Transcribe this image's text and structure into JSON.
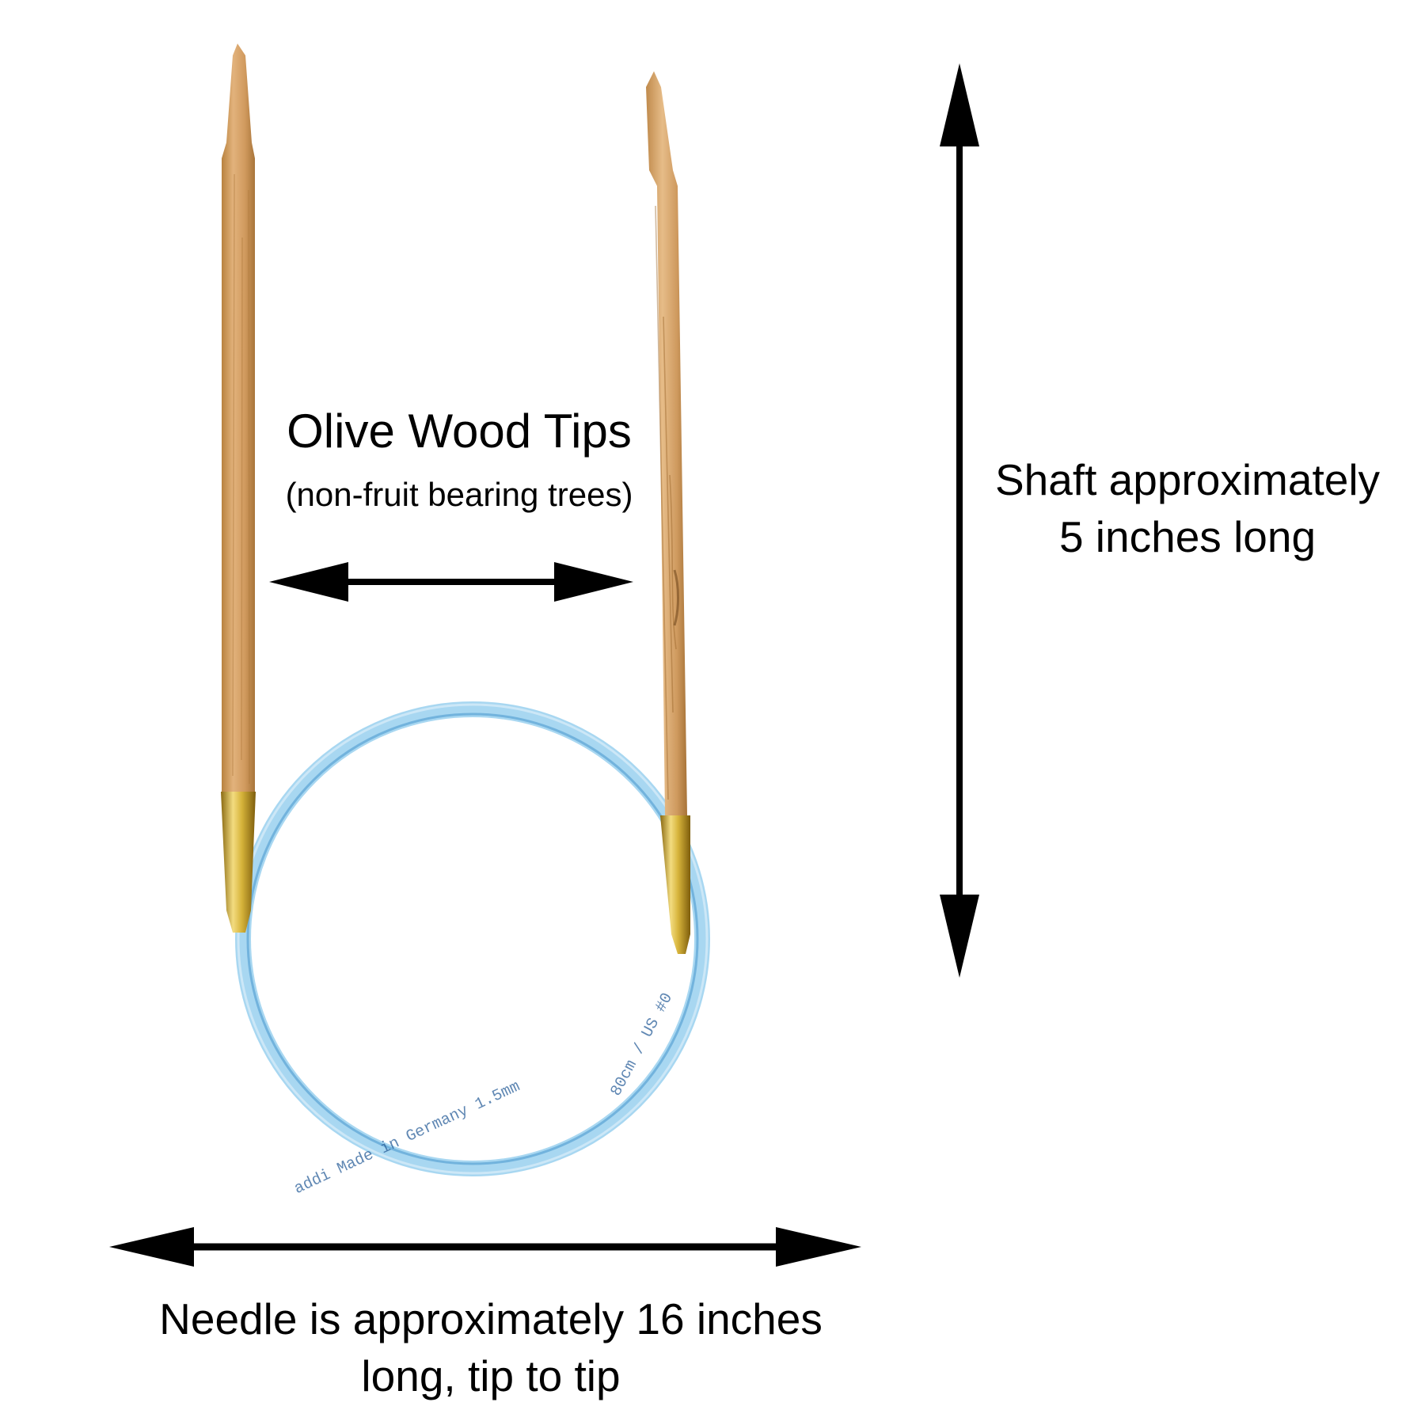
{
  "labels": {
    "tips_title": "Olive Wood Tips",
    "tips_subtitle": "(non-fruit bearing trees)",
    "shaft_line1": "Shaft approximately",
    "shaft_line2": "5 inches long",
    "needle_line1": "Needle is approximately 16 inches",
    "needle_line2": "long, tip to tip"
  },
  "cable_print": {
    "left": "addi  Made in Germany  1.5mm",
    "right": "80cm / US #0"
  },
  "colors": {
    "wood": "#d9a46a",
    "wood_dark": "#b98448",
    "brass": "#c9a227",
    "cable": "#9fd3ef",
    "arrow": "#000000",
    "text": "#000000",
    "background": "#ffffff"
  }
}
